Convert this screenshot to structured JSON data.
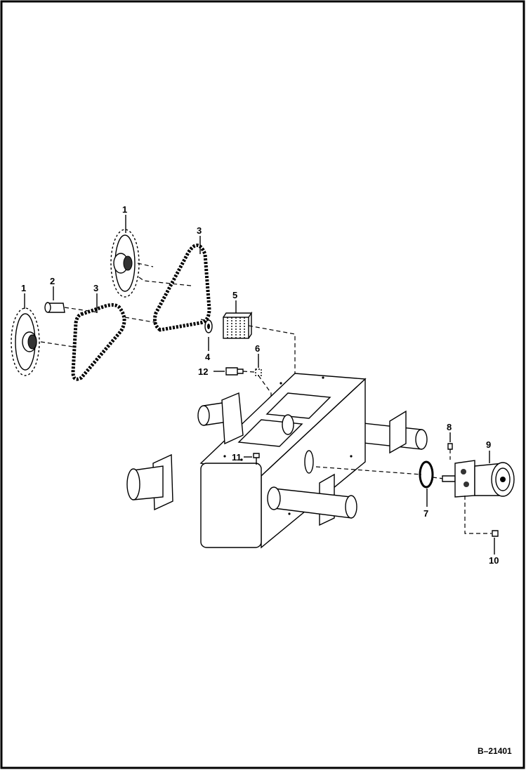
{
  "figure_number": "B–21401",
  "callouts": {
    "c1a": "1",
    "c1b": "1",
    "c2": "2",
    "c3a": "3",
    "c3b": "3",
    "c4": "4",
    "c5": "5",
    "c6": "6",
    "c7": "7",
    "c8": "8",
    "c9": "9",
    "c10": "10",
    "c11": "11",
    "c12": "12"
  }
}
